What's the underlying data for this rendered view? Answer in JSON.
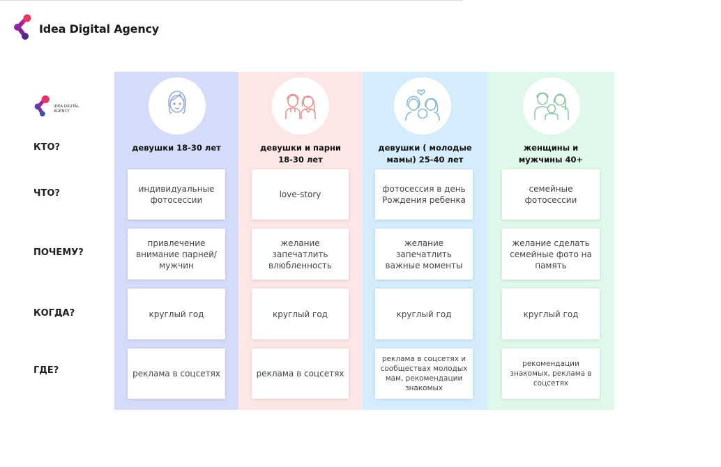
{
  "brand": {
    "title": "Idea Digital Agency",
    "small_text": "IDEA DIGITAL AGENCY"
  },
  "rows": [
    "КТО?",
    "ЧТО?",
    "ПОЧЕМУ?",
    "КОГДА?",
    "ГДЕ?"
  ],
  "columns": [
    {
      "title": "девушки 18-30 лет",
      "bg": "#d4dcfa",
      "icon_color": "#9aa8d8",
      "cards": [
        "индивидуальные фотосессии",
        "привлечение внимание парней/мужчин",
        "круглый год",
        "реклама в соцсетях"
      ]
    },
    {
      "title": "девушки и парни 18-30 лет",
      "bg": "#fce6e6",
      "icon_color": "#e0928f",
      "cards": [
        "love-story",
        "желание запечатлить влюбленность",
        "круглый год",
        "реклама в соцсетях"
      ]
    },
    {
      "title": "девушки ( молодые мамы) 25-40 лет",
      "bg": "#d4ecfb",
      "icon_color": "#82b4d6",
      "cards": [
        "фотосессия в день Рождения ребенка",
        "желание запечатлить важные моменты",
        "круглый год",
        "реклама в соцсетях и сообществах молодых мам, рекомендации знакомых"
      ]
    },
    {
      "title": "женщины и мужчины 40+",
      "bg": "#e0f8ea",
      "icon_color": "#8ac6a4",
      "cards": [
        "семейные фотосессии",
        "желание сделать семейные фото на память",
        "круглый год",
        "рекомендации знакомых, реклама в соцсетях"
      ]
    }
  ],
  "colors": {
    "logo_purple": "#5a2d91",
    "logo_magenta": "#c2185b",
    "logo_red": "#e53935"
  }
}
